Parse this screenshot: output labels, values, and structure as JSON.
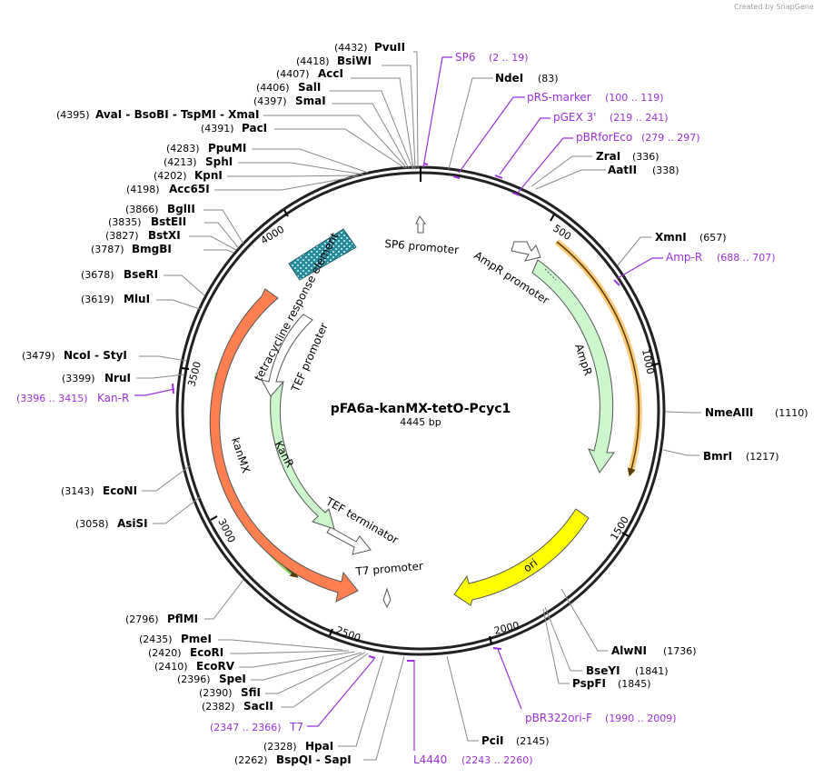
{
  "credit": "Created by SnapGene",
  "plasmid": {
    "name": "pFA6a-kanMX-tetO-Pcyc1",
    "length_label": "4445 bp"
  },
  "ticks": [
    "500",
    "1000",
    "1500",
    "2000",
    "2500",
    "3000",
    "3500",
    "4000"
  ],
  "enzymes": [
    {
      "id": "pvuii",
      "pos": "(4432)",
      "name": "PvuII"
    },
    {
      "id": "bsiwi",
      "pos": "(4418)",
      "name": "BsiWI"
    },
    {
      "id": "acci",
      "pos": "(4407)",
      "name": "AccI"
    },
    {
      "id": "sali",
      "pos": "(4406)",
      "name": "SalI"
    },
    {
      "id": "smai",
      "pos": "(4397)",
      "name": "SmaI"
    },
    {
      "id": "xmai",
      "pos": "(4395)",
      "name": "AvaI - BsoBI - TspMI - XmaI"
    },
    {
      "id": "paci",
      "pos": "(4391)",
      "name": "PacI"
    },
    {
      "id": "ppumi",
      "pos": "(4283)",
      "name": "PpuMI"
    },
    {
      "id": "sphi",
      "pos": "(4213)",
      "name": "SphI"
    },
    {
      "id": "kpni",
      "pos": "(4202)",
      "name": "KpnI"
    },
    {
      "id": "acc65i",
      "pos": "(4198)",
      "name": "Acc65I"
    },
    {
      "id": "bglii",
      "pos": "(3866)",
      "name": "BglII"
    },
    {
      "id": "bsteii",
      "pos": "(3835)",
      "name": "BstEII"
    },
    {
      "id": "bstxi",
      "pos": "(3827)",
      "name": "BstXI"
    },
    {
      "id": "bmgbi",
      "pos": "(3787)",
      "name": "BmgBI"
    },
    {
      "id": "bseri",
      "pos": "(3678)",
      "name": "BseRI"
    },
    {
      "id": "mlui",
      "pos": "(3619)",
      "name": "MluI"
    },
    {
      "id": "ncoi",
      "pos": "(3479)",
      "name": "NcoI - StyI"
    },
    {
      "id": "nrui",
      "pos": "(3399)",
      "name": "NruI"
    },
    {
      "id": "ecoNI",
      "pos": "(3143)",
      "name": "EcoNI"
    },
    {
      "id": "asisi",
      "pos": "(3058)",
      "name": "AsiSI"
    },
    {
      "id": "pflmi",
      "pos": "(2796)",
      "name": "PflMI"
    },
    {
      "id": "pmei",
      "pos": "(2435)",
      "name": "PmeI"
    },
    {
      "id": "ecori",
      "pos": "(2420)",
      "name": "EcoRI"
    },
    {
      "id": "ecorv",
      "pos": "(2410)",
      "name": "EcoRV"
    },
    {
      "id": "spei",
      "pos": "(2396)",
      "name": "SpeI"
    },
    {
      "id": "sfii",
      "pos": "(2390)",
      "name": "SfiI"
    },
    {
      "id": "sacii",
      "pos": "(2382)",
      "name": "SacII"
    },
    {
      "id": "hpai",
      "pos": "(2328)",
      "name": "HpaI"
    },
    {
      "id": "sapi",
      "pos": "(2262)",
      "name": "BspQI - SapI"
    },
    {
      "id": "ndei",
      "pos": "(83)",
      "name": "NdeI"
    },
    {
      "id": "zrai",
      "pos": "(336)",
      "name": "ZraI"
    },
    {
      "id": "aatii",
      "pos": "(338)",
      "name": "AatII"
    },
    {
      "id": "xmni",
      "pos": "(657)",
      "name": "XmnI"
    },
    {
      "id": "nmeaiii",
      "pos": "(1110)",
      "name": "NmeAIII"
    },
    {
      "id": "bmri",
      "pos": "(1217)",
      "name": "BmrI"
    },
    {
      "id": "alwni",
      "pos": "(1736)",
      "name": "AlwNI"
    },
    {
      "id": "bseyi",
      "pos": "(1841)",
      "name": "BseYI"
    },
    {
      "id": "pspfi",
      "pos": "(1845)",
      "name": "PspFI"
    },
    {
      "id": "pcii",
      "pos": "(2145)",
      "name": "PciI"
    }
  ],
  "primers": [
    {
      "id": "sp6",
      "name": "SP6",
      "range": "(2 .. 19)"
    },
    {
      "id": "prs",
      "name": "pRS-marker",
      "range": "(100 .. 119)"
    },
    {
      "id": "pgex",
      "name": "pGEX 3'",
      "range": "(219 .. 241)"
    },
    {
      "id": "pbrfor",
      "name": "pBRforEco",
      "range": "(279 .. 297)"
    },
    {
      "id": "ampr",
      "name": "Amp-R",
      "range": "(688 .. 707)"
    },
    {
      "id": "kanr",
      "name": "Kan-R",
      "range": "(3396 .. 3415)"
    },
    {
      "id": "pbr322",
      "name": "pBR322ori-F",
      "range": "(1990 .. 2009)"
    },
    {
      "id": "t7",
      "name": "T7",
      "range": "(2347 .. 2366)"
    },
    {
      "id": "l4440",
      "name": "L4440",
      "range": "(2243 .. 2260)"
    }
  ],
  "features": {
    "sp6_promoter": "SP6 promoter",
    "ampr_promoter": "AmpR promoter",
    "ampr": "AmpR",
    "ori": "ori",
    "t7_promoter": "T7 promoter",
    "tef_terminator": "TEF terminator",
    "kanr": "KanR",
    "tef_promoter": "TEF promoter",
    "tre": "tetracycline response element",
    "kanmx": "kanMX"
  },
  "colors": {
    "ampr_feature": "#ccf7cc",
    "ori_feature": "#ffff00",
    "kanmx_feature": "#ff7f50",
    "tre_feature": "#2a8c9a",
    "orf_amp": "#f5a623",
    "orf_kan": "#6fbf2a",
    "primer": "#9b30d9"
  }
}
